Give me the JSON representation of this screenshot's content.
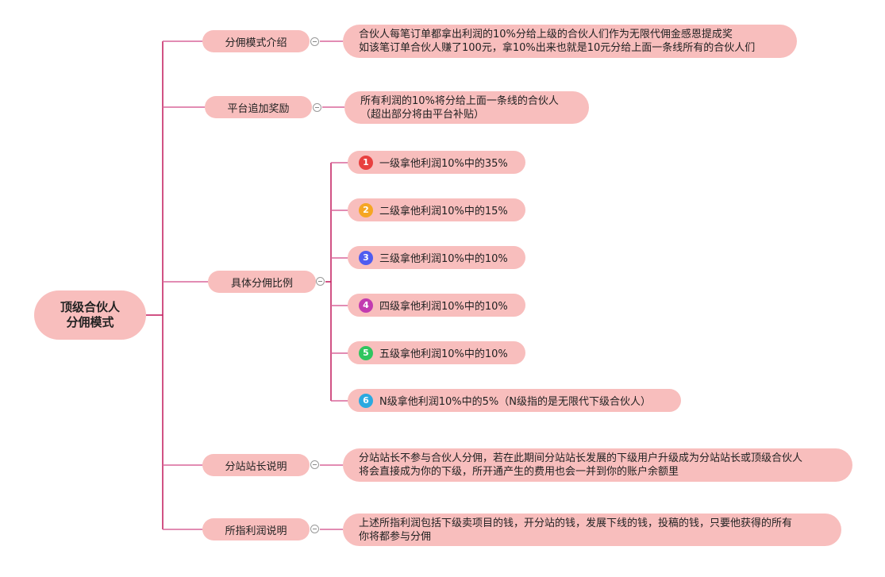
{
  "root": {
    "line1": "顶级合伙人",
    "line2": "分佣模式"
  },
  "branches": [
    {
      "label": "分佣模式介绍",
      "detail": [
        "合伙人每笔订单都拿出利润的10%分给上级的合伙人们作为无限代佣金感恩提成奖",
        "如该笔订单合伙人赚了100元，拿10%出来也就是10元分给上面一条线所有的合伙人们"
      ]
    },
    {
      "label": "平台追加奖励",
      "detail": [
        "所有利润的10%将分给上面一条线的合伙人",
        "（超出部分将由平台补贴）"
      ]
    },
    {
      "label": "具体分佣比例"
    },
    {
      "label": "分站站长说明",
      "detail": [
        "分站站长不参与合伙人分佣，若在此期间分站站长发展的下级用户升级成为分站站长或顶级合伙人",
        "将会直接成为你的下级，所开通产生的费用也会一并到你的账户余额里"
      ]
    },
    {
      "label": "所指利润说明",
      "detail": [
        "上述所指利润包括下级卖项目的钱，开分站的钱，发展下线的钱，投稿的钱，只要他获得的所有",
        "你将都参与分佣"
      ]
    }
  ],
  "ratios": [
    {
      "num": "1",
      "text": "一级拿他利润10%中的35%",
      "color": "#e8403f"
    },
    {
      "num": "2",
      "text": "二级拿他利润10%中的15%",
      "color": "#f5a623"
    },
    {
      "num": "3",
      "text": "三级拿他利润10%中的10%",
      "color": "#4f5cf0"
    },
    {
      "num": "4",
      "text": "四级拿他利润10%中的10%",
      "color": "#c23bb0"
    },
    {
      "num": "5",
      "text": "五级拿他利润10%中的10%",
      "color": "#2fc55f"
    },
    {
      "num": "6",
      "text": "N级拿他利润10%中的5%（N级指的是无限代下级合伙人）",
      "color": "#2aa9e0"
    }
  ],
  "colors": {
    "pill": "#f8bebd",
    "trunk": "#c2185b",
    "branch": "#d9669a"
  }
}
